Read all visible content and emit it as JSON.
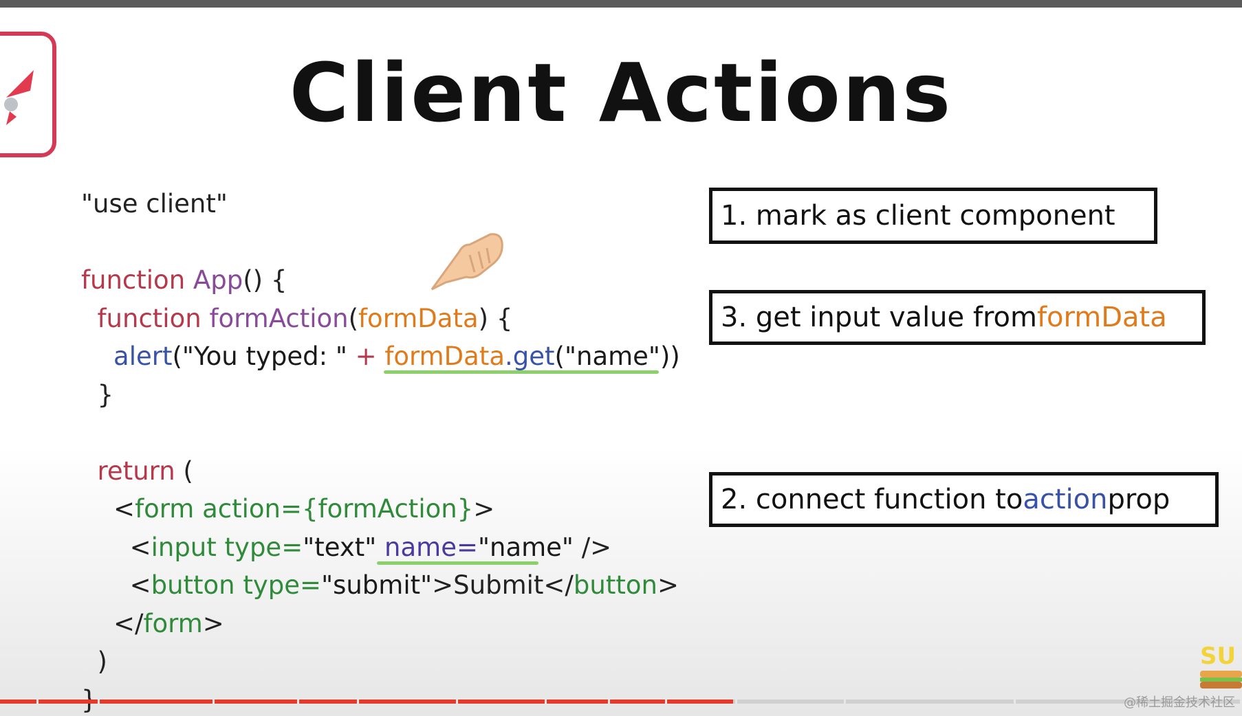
{
  "title": "Client Actions",
  "code": {
    "use_client": "\"use client\"",
    "l2_kw": "function",
    "l2_fn": " App",
    "l2_rest": "() {",
    "l3_kw": "function",
    "l3_fn": " formAction",
    "l3_open": "(",
    "l3_param": "formData",
    "l3_close": ") {",
    "l4_call": "alert",
    "l4_str": "(\"You typed: \"",
    "l4_plus": " + ",
    "l4_param": "formData",
    "l4_get": ".get",
    "l4_tail": "(\"name\"))",
    "l5": "}",
    "l7_kw": "return",
    "l7_rest": " (",
    "l8_lt": "<",
    "l8_tag": "form",
    "l8_attr": " action=",
    "l8_val": "{formAction}",
    "l8_gt": ">",
    "l9_lt": "<",
    "l9_tag": "input",
    "l9_attr1": " type=",
    "l9_val1": "\"text\"",
    "l9_attr2": " name=",
    "l9_val2": "\"name\"",
    "l9_end": " />",
    "l10_lt": "<",
    "l10_tag": "button",
    "l10_attr": " type=",
    "l10_val": "\"submit\"",
    "l10_text": ">Submit</",
    "l10_tag2": "button",
    "l10_gt": ">",
    "l11_lt": "</",
    "l11_tag": "form",
    "l11_gt": ">",
    "l12": ")",
    "l13": "}"
  },
  "notes": {
    "note1": "1. mark as client component",
    "note3_a": "3. get input value from ",
    "note3_b": "formData",
    "note2_a": "2. connect function to ",
    "note2_b": "action",
    "note2_c": " prop"
  },
  "colors": {
    "keyword": "#b5394a",
    "function_name": "#8a4a9a",
    "param": "#e07b1b",
    "call": "#3752a6",
    "jsx_tag": "#2f8a3a",
    "jsx_attr": "#4a3aa0",
    "underline": "#8bd06a",
    "progress_played": "#e53a2b",
    "logo_border": "#d43a55"
  },
  "video": {
    "progress_fraction": 0.59
  },
  "watermark": "@稀土掘金技术社区"
}
